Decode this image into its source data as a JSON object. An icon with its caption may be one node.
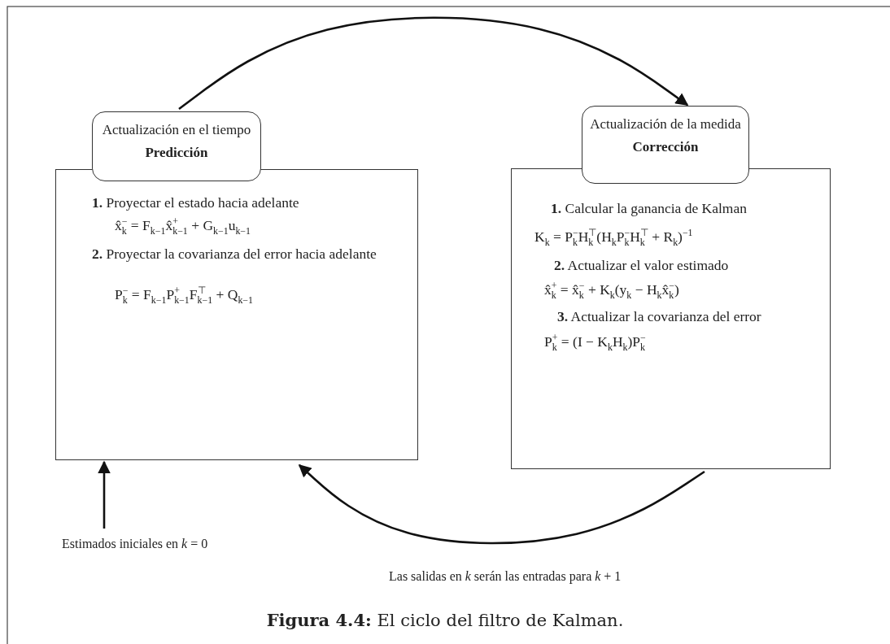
{
  "diagram": {
    "caption": "**Figura 4.4:** El ciclo del filtro de Kalman.",
    "nodes": [
      {
        "text": [
          "Actualización en el tiempo",
          "Predicción"
        ]
      },
      {
        "text": [
          "**1.** Proyectar el estado hacia adelante",
          "x̂$_{k}$$^{−}$ = F$_{k−1}$x̂$_{k−1}$$^{+}$ + G$_{k−1}$u$_{k−1}$",
          "**2.** Proyectar la covarianza del error hacia adelante",
          "P$_{k}$$^{−}$ = F$_{k−1}$P$_{k−1}$$^{+}$F$_{k−1}$$^{⊤}$ + Q$_{k−1}$"
        ]
      },
      {
        "text": [
          "Actualización de la medida",
          "Corrección"
        ]
      },
      {
        "text": [
          "**1.** Calcular la ganancia de Kalman",
          "K$_{k}$ = P$_{k}$$^{−}$H$_{k}$$^{⊤}$(H$_{k}$P$_{k}$$^{−}$H$_{k}$$^{⊤}$ + R$_{k}$)$^{−1}$",
          "**2.** Actualizar el valor estimado",
          "x̂$_{k}$$^{+}$ = x̂$_{k}$$^{−}$ + K$_{k}$(y$_{k}$ − H$_{k}$x̂$_{k}$$^{−}$)",
          "**3.** Actualizar la covarianza del error",
          "P$_{k}$$^{+}$ = (I − K$_{k}$H$_{k}$)P$_{k}$$^{−}$"
        ]
      },
      {
        "text": [
          "Estimados iniciales en *k* = 0"
        ]
      }
    ],
    "edges": [
      {
        "from": 0,
        "to": 2,
        "arrow": "to"
      },
      {
        "from": 3,
        "to": 1,
        "arrow": "to",
        "label": "Las salidas en *k* serán las entradas para *k* + 1"
      },
      {
        "from": 4,
        "to": 1,
        "arrow": "to"
      }
    ]
  }
}
